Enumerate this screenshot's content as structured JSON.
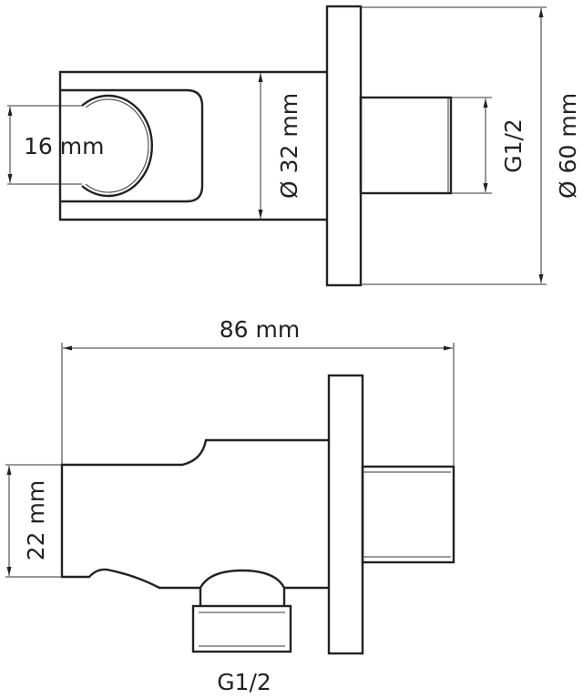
{
  "top_view": {
    "holder_width": "16 mm",
    "body_diameter": "Ø 32 mm",
    "thread": "G1/2",
    "flange_diameter": "Ø 60 mm"
  },
  "side_view": {
    "length": "86 mm",
    "height": "22 mm",
    "outlet_thread": "G1/2"
  }
}
